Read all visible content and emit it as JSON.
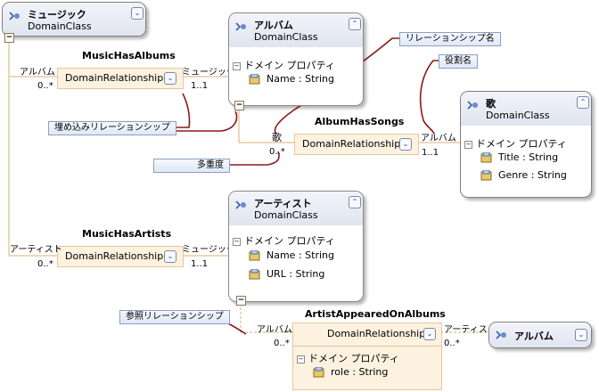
{
  "classes": {
    "music": {
      "name": "ミュージック",
      "type": "DomainClass"
    },
    "album": {
      "name": "アルバム",
      "type": "DomainClass",
      "group": "ドメイン プロパティ",
      "props": [
        "Name : String"
      ]
    },
    "song": {
      "name": "歌",
      "type": "DomainClass",
      "group": "ドメイン プロパティ",
      "props": [
        "Title : String",
        "Genre : String"
      ]
    },
    "artist": {
      "name": "アーティスト",
      "type": "DomainClass",
      "group": "ドメイン プロパティ",
      "props": [
        "Name : String",
        "URL : String"
      ]
    },
    "album_ref": {
      "name": "アルバム"
    }
  },
  "relationships": {
    "music_has_albums": {
      "name": "MusicHasAlbums",
      "type": "DomainRelationship",
      "source_role": "アルバム",
      "source_mult": "0..*",
      "target_role": "ミュージック",
      "target_mult": "1..1"
    },
    "album_has_songs": {
      "name": "AlbumHasSongs",
      "type": "DomainRelationship",
      "source_role": "歌",
      "source_mult": "0..*",
      "target_role": "アルバム",
      "target_mult": "1..1"
    },
    "music_has_artists": {
      "name": "MusicHasArtists",
      "type": "DomainRelationship",
      "source_role": "アーティスト",
      "source_mult": "0..*",
      "target_role": "ミュージック",
      "target_mult": "1..1"
    },
    "artist_appeared": {
      "name": "ArtistAppearedOnAlbums",
      "type": "DomainRelationship",
      "source_role": "アルバム",
      "source_mult": "0..*",
      "target_role": "アーティスト",
      "target_mult": "0..*",
      "group": "ドメイン プロパティ",
      "props": [
        "role : String"
      ]
    }
  },
  "callouts": {
    "relationship_name": "リレーションシップ名",
    "role_name": "役割名",
    "embedding": "埋め込みリレーションシップ",
    "multiplicity": "多重度",
    "reference": "参照リレーションシップ"
  },
  "colors": {
    "accent": "#2c4a86",
    "relationship_fill": "#fdf2e0",
    "callout_line": "#8b1a1a"
  }
}
